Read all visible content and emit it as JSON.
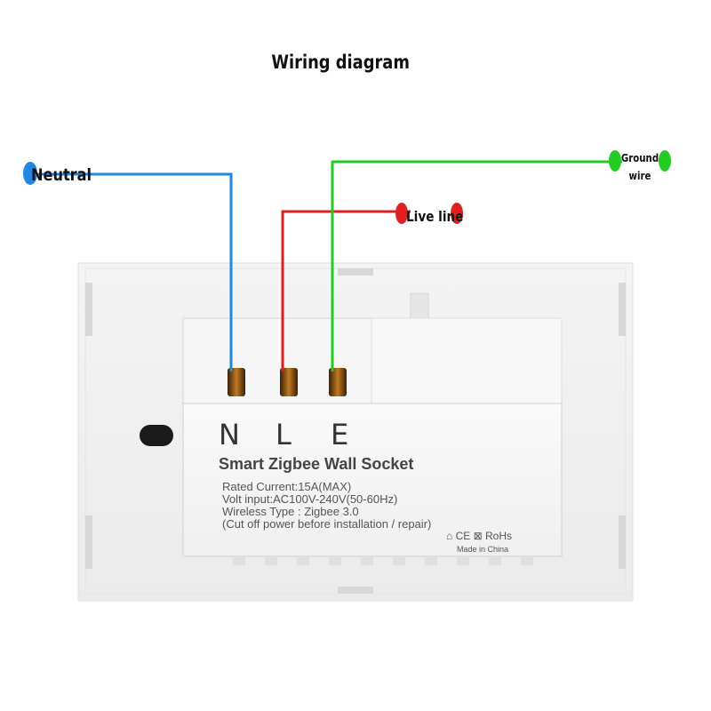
{
  "title": "Wiring diagram",
  "labels": {
    "neutral": "Neutral",
    "live": "Live line",
    "ground_line1": "Ground",
    "ground_line2": "wire"
  },
  "terminals": [
    "N",
    "L",
    "E"
  ],
  "product_name": "Smart Zigbee Wall Socket",
  "specs": [
    "Rated Current:15A(MAX)",
    "Volt input:AC100V-240V(50-60Hz)",
    "Wireless Type : Zigbee 3.0",
    "(Cut off power before installation / repair)"
  ],
  "certifications": "⌂ CE ⊠ RoHs",
  "made_in": "Made in China",
  "colors": {
    "neutral": "#1e88e5",
    "live": "#e02020",
    "ground": "#22cc22"
  }
}
